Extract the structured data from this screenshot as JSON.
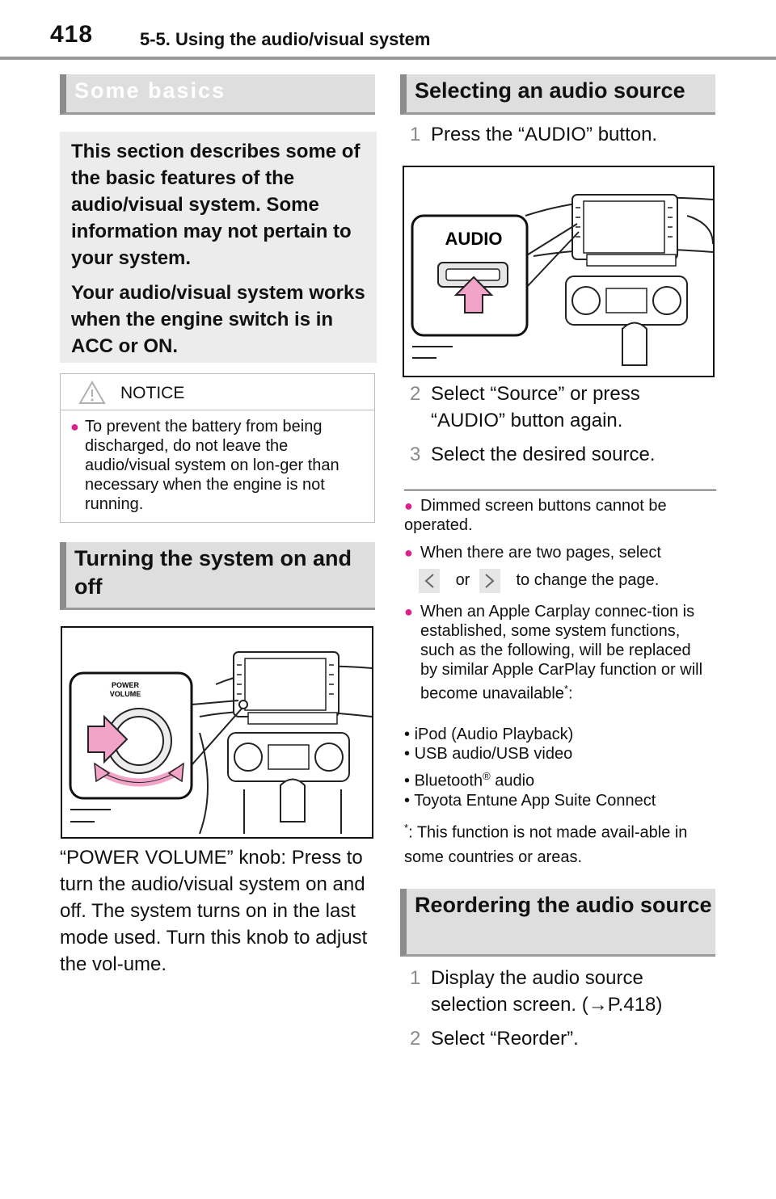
{
  "header": {
    "page_number": "418",
    "section": "5-5. Using the audio/visual system"
  },
  "basics": {
    "heading": "Some basics",
    "intro_1": "This section describes some of the basic features of the audio/visual system. Some information may not pertain to your system.",
    "intro_2": "Your audio/visual system works when the engine switch is in ACC or ON."
  },
  "notice": {
    "label": "NOTICE",
    "text": "To prevent the battery from being discharged, do not leave the audio/visual system on lon-ger than necessary when the engine is not running."
  },
  "turning": {
    "heading": "Turning the system on and off",
    "figure_label_1": "POWER",
    "figure_label_2": "VOLUME",
    "description": "“POWER VOLUME” knob: Press to turn the audio/visual system on and off. The system turns on in the last mode used. Turn this knob to adjust the vol-ume."
  },
  "selecting": {
    "heading": "Selecting an audio source",
    "figure_label": "AUDIO",
    "steps": [
      {
        "n": "1",
        "text": "Press the “AUDIO” button."
      },
      {
        "n": "2",
        "text": "Select “Source” or press “AUDIO” button again."
      },
      {
        "n": "3",
        "text": "Select the desired source."
      }
    ],
    "note_1": "Dimmed screen buttons cannot be operated.",
    "note_2a": "When there are two pages, select",
    "note_2b": "or",
    "note_2c": "to change the page.",
    "note_3": "When an Apple Carplay connec-tion is established, some system functions, such as the following, will be replaced by similar Apple CarPlay function or will become unavailable",
    "note_3_mark": "*",
    "note_3_end": ":",
    "list": [
      "iPod (Audio Playback)",
      "USB audio/USB video",
      "Bluetooth",
      "Toyota Entune App Suite Connect"
    ],
    "bluetooth_mark": "®",
    "bluetooth_tail": " audio",
    "footnote_mark": "*",
    "footnote": ": This function is not made avail-able in some countries or areas."
  },
  "reordering": {
    "heading": "Reordering the audio source",
    "step_1_n": "1",
    "step_1_text": "Display the audio source selection screen. (",
    "step_1_arrow": "→",
    "step_1_ref": "P.418)",
    "step_2_n": "2",
    "step_2_text": "Select “Reorder”."
  }
}
